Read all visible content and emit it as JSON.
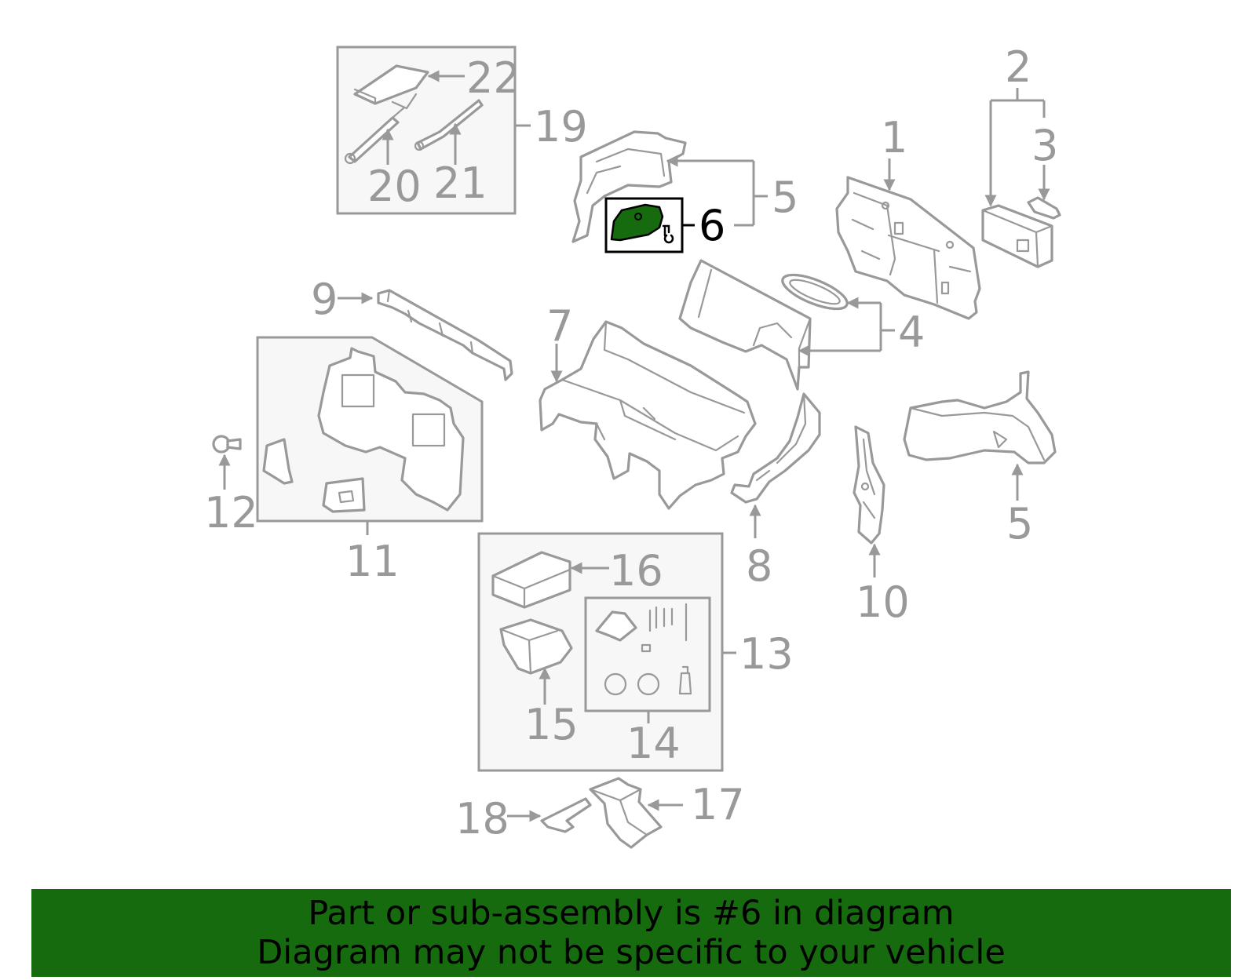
{
  "diagram": {
    "highlight_color": "#176b0f",
    "highlighted_part": "6",
    "callouts": [
      "1",
      "2",
      "3",
      "4",
      "5",
      "5",
      "6",
      "7",
      "8",
      "9",
      "10",
      "11",
      "12",
      "13",
      "14",
      "15",
      "16",
      "17",
      "18",
      "19",
      "20",
      "21",
      "22"
    ]
  },
  "banner": {
    "line1": "Part or sub-assembly is #6 in diagram",
    "line2": "Diagram may not be specific to your vehicle",
    "background": "#176b0f"
  }
}
